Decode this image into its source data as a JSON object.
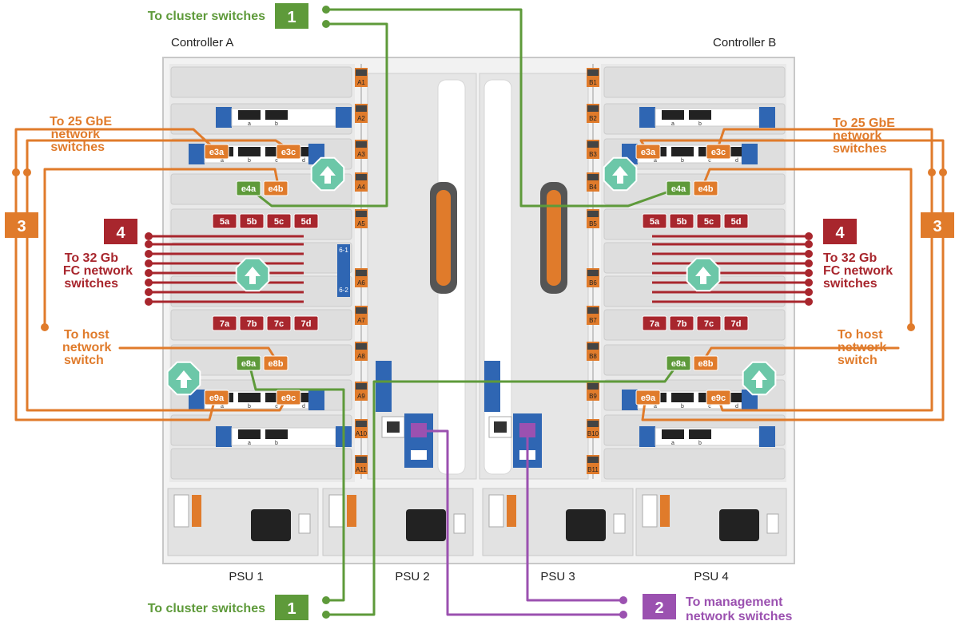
{
  "controllers": {
    "a": "Controller A",
    "b": "Controller B"
  },
  "callouts": {
    "cluster_top": {
      "number": "1",
      "label": "To cluster switches"
    },
    "cluster_bottom": {
      "number": "1",
      "label": "To cluster switches"
    },
    "management": {
      "number": "2",
      "label_line1": "To management",
      "label_line2": "network switches"
    },
    "gbe_left": {
      "number": "3",
      "lines": [
        "To 25 GbE",
        "network",
        "switches"
      ]
    },
    "gbe_right": {
      "number": "3",
      "lines": [
        "To 25 GbE",
        "network",
        "switches"
      ]
    },
    "fc_left": {
      "number": "4",
      "lines": [
        "To 32 Gb",
        "FC network",
        "switches"
      ]
    },
    "fc_right": {
      "number": "4",
      "lines": [
        "To 32 Gb",
        "FC network",
        "switches"
      ]
    },
    "host_left": {
      "lines": [
        "To host",
        "network",
        "switch"
      ]
    },
    "host_right": {
      "lines": [
        "To host",
        "network",
        "switch"
      ]
    }
  },
  "ports": {
    "gbe": [
      "e3a",
      "e3c",
      "e9a",
      "e9c",
      "e4b",
      "e8b"
    ],
    "cluster": [
      "e4a",
      "e8a"
    ],
    "fc_top": [
      "5a",
      "5b",
      "5c",
      "5d"
    ],
    "fc_bottom": [
      "7a",
      "7b",
      "7c",
      "7d"
    ],
    "letters": [
      "a",
      "b",
      "c",
      "d"
    ]
  },
  "slots_a": [
    "A1",
    "A2",
    "A3",
    "A4",
    "A5",
    "A6",
    "A7",
    "A8",
    "A9",
    "A10",
    "A11"
  ],
  "slots_b": [
    "B1",
    "B2",
    "B3",
    "B4",
    "B5",
    "B6",
    "B7",
    "B8",
    "B9",
    "B10",
    "B11"
  ],
  "mgmt_slot_labels": [
    "6-1",
    "6-2"
  ],
  "psus": [
    "PSU 1",
    "PSU 2",
    "PSU 3",
    "PSU 4"
  ],
  "colors": {
    "cluster": "#5e9a3a",
    "gbe": "#e07b2b",
    "fc": "#a8262d",
    "management": "#9b51b0",
    "chassis": "#d9d9d9",
    "card_blue": "#2f66b3",
    "led": "#6cc7a8"
  }
}
